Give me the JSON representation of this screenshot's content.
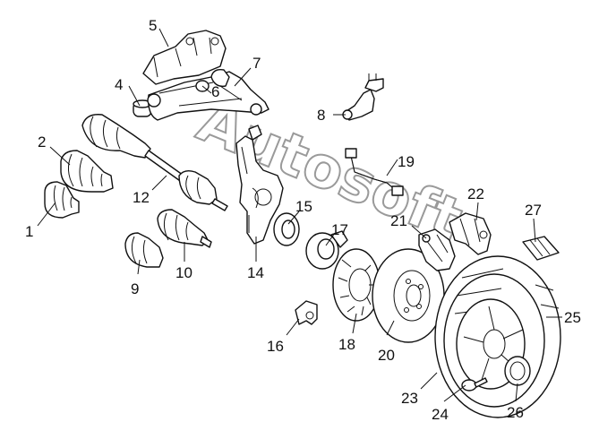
{
  "watermark": "Autosoft",
  "labels": [
    {
      "id": "1",
      "text": "1"
    },
    {
      "id": "2",
      "text": "2"
    },
    {
      "id": "4",
      "text": "4"
    },
    {
      "id": "5",
      "text": "5"
    },
    {
      "id": "6",
      "text": "6"
    },
    {
      "id": "7",
      "text": "7"
    },
    {
      "id": "8",
      "text": "8"
    },
    {
      "id": "9",
      "text": "9"
    },
    {
      "id": "10",
      "text": "10"
    },
    {
      "id": "12",
      "text": "12"
    },
    {
      "id": "14",
      "text": "14"
    },
    {
      "id": "15",
      "text": "15"
    },
    {
      "id": "16",
      "text": "16"
    },
    {
      "id": "17",
      "text": "17"
    },
    {
      "id": "18",
      "text": "18"
    },
    {
      "id": "19",
      "text": "19"
    },
    {
      "id": "20",
      "text": "20"
    },
    {
      "id": "21",
      "text": "21"
    },
    {
      "id": "22",
      "text": "22"
    },
    {
      "id": "23",
      "text": "23"
    },
    {
      "id": "24",
      "text": "24"
    },
    {
      "id": "25",
      "text": "25"
    },
    {
      "id": "26",
      "text": "26"
    },
    {
      "id": "27",
      "text": "27"
    }
  ]
}
